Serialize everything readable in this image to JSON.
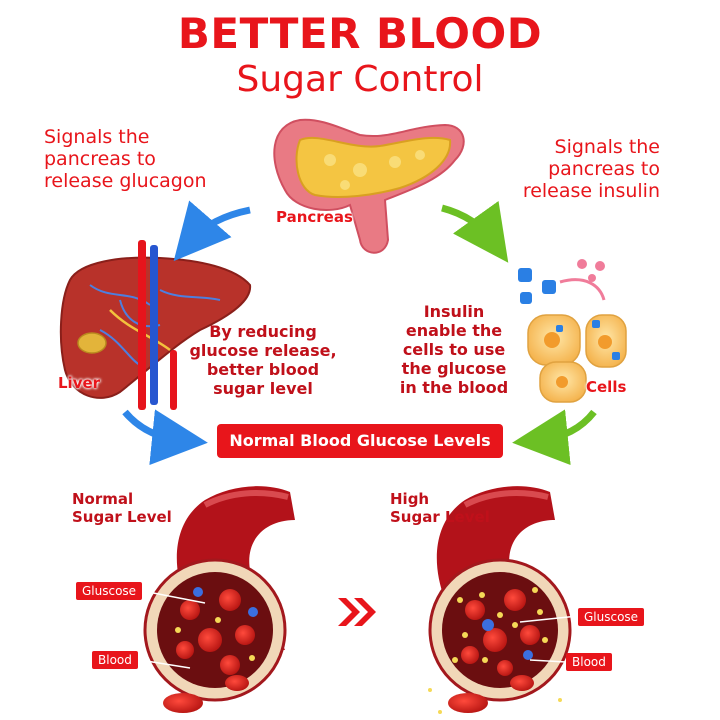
{
  "title": {
    "line1": "BETTER BLOOD",
    "line2": "Sugar Control"
  },
  "left_signal": {
    "line1": "Signals the",
    "line2": "pancreas to",
    "line3": "release glucagon"
  },
  "right_signal": {
    "line1": "Signals the",
    "line2": "pancreas to",
    "line3": "release insulin"
  },
  "organs": {
    "pancreas": "Pancreas",
    "liver": "Liver",
    "cells": "Cells"
  },
  "liver_effect": {
    "line1": "By reducing",
    "line2": "glucose release,",
    "line3": "better blood",
    "line4": "sugar level"
  },
  "insulin_effect": {
    "line1": "Insulin",
    "line2": "enable the",
    "line3": "cells to use",
    "line4": "the glucose",
    "line5": "in the blood"
  },
  "banner": "Normal Blood Glucose Levels",
  "normal_section": {
    "line1": "Normal",
    "line2": "Sugar Level"
  },
  "high_section": {
    "line1": "High",
    "line2": "Sugar Level"
  },
  "tags": {
    "glucose_left": "Gluscose",
    "blood_left": "Blood",
    "glucose_right": "Gluscose",
    "blood_right": "Blood"
  },
  "colors": {
    "accent": "#e8151b",
    "blue_arrow": "#2e86e8",
    "green_arrow": "#6cc024",
    "vessel": "#b3121a",
    "pancreas": "#f4c542",
    "liver": "#b8322a"
  }
}
